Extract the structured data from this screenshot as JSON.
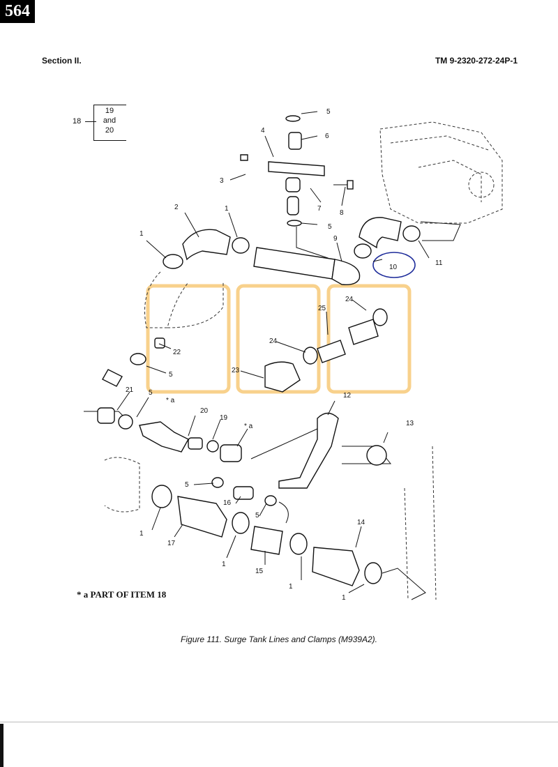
{
  "page_number": "564",
  "header": {
    "section": "Section II.",
    "manual": "TM 9-2320-272-24P-1"
  },
  "reference_box": {
    "item": "18",
    "lines": [
      "19",
      "and",
      "20"
    ]
  },
  "callouts": {
    "c1a": "1",
    "c1b": "1",
    "c1c": "1",
    "c1d": "1",
    "c1e": "1",
    "c1f": "1",
    "c2": "2",
    "c3": "3",
    "c4": "4",
    "c5a": "5",
    "c5b": "5",
    "c5c": "5",
    "c5d": "5",
    "c5e": "5",
    "c5f": "5",
    "c6": "6",
    "c7": "7",
    "c8": "8",
    "c9": "9",
    "c10": "10",
    "c11": "11",
    "c12": "12",
    "c13": "13",
    "c14": "14",
    "c15": "15",
    "c16": "16",
    "c17": "17",
    "c19": "19",
    "c20": "20",
    "c21": "21",
    "c22": "22",
    "c23": "23",
    "c24a": "24",
    "c24b": "24",
    "c25": "25",
    "cstara": "* a",
    "cstarb": "* a"
  },
  "note": "* a  PART OF ITEM 18",
  "caption": "Figure 111.  Surge Tank Lines and Clamps (M939A2).",
  "colors": {
    "highlight": "#f6c66f",
    "circle": "#1d2b9a"
  }
}
